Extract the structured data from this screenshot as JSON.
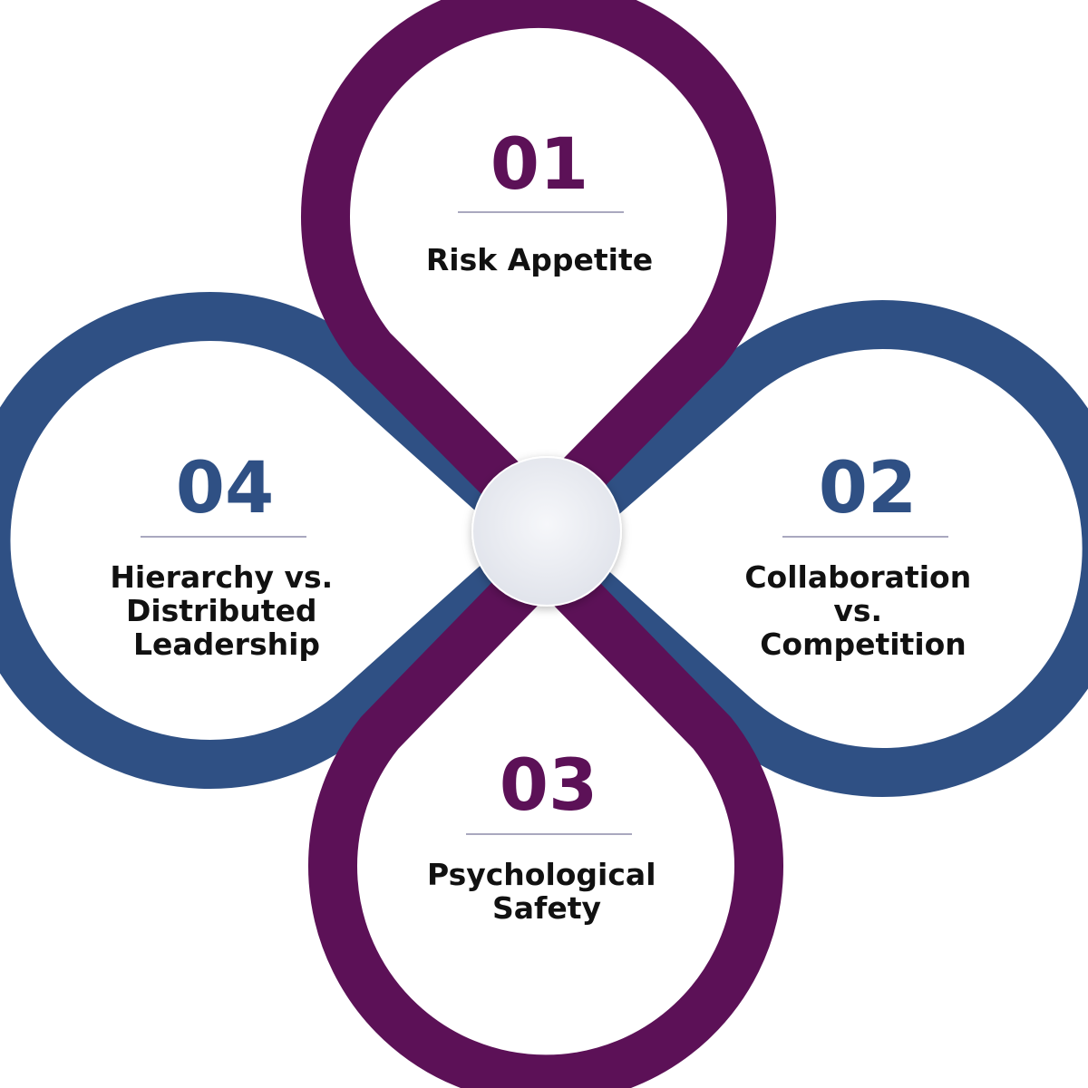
{
  "colors": {
    "purple": "#5c1157",
    "blue": "#2f5084",
    "divider": "#a9a8bf",
    "center_fill": "#eceef3"
  },
  "petals": [
    {
      "id": "top",
      "number": "01",
      "label_lines": [
        "Risk Appetite"
      ],
      "color": "purple"
    },
    {
      "id": "right",
      "number": "02",
      "label_lines": [
        "Collaboration",
        "vs.",
        "Competition"
      ],
      "color": "blue"
    },
    {
      "id": "bottom",
      "number": "03",
      "label_lines": [
        "Psychological",
        "Safety"
      ],
      "color": "purple"
    },
    {
      "id": "left",
      "number": "04",
      "label_lines": [
        "Hierarchy vs.",
        "Distributed",
        "Leadership"
      ],
      "color": "blue"
    }
  ]
}
